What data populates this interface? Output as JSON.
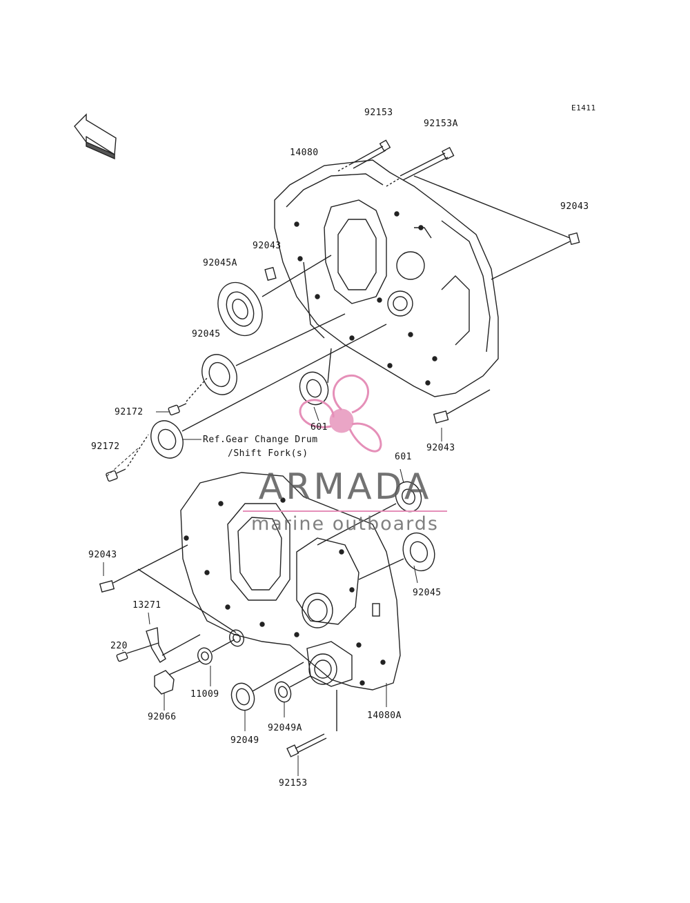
{
  "diagram_code": "E1411",
  "front_label": "FRONT",
  "parts": {
    "p92153_top": "92153",
    "p92153A": "92153A",
    "p14080": "14080",
    "p92043_right": "92043",
    "p92043_mid": "92043",
    "p92045A": "92045A",
    "p92045_top": "92045",
    "p92172_a": "92172",
    "p92172_b": "92172",
    "p601_a": "601",
    "p92043_low": "92043",
    "p601_b": "601",
    "p92043_left": "92043",
    "p92045_low": "92045",
    "p13271": "13271",
    "p220": "220",
    "p11009": "11009",
    "p92066": "92066",
    "p92049": "92049",
    "p92049A": "92049A",
    "p14080A": "14080A",
    "p92153_bottom": "92153"
  },
  "ref_note": {
    "line1": "Ref.Gear Change Drum",
    "line2": "/Shift Fork(s)"
  },
  "watermark": {
    "title": "ARMADA",
    "subtitle": "marine outboards",
    "pink": "#e58fb8",
    "gray": "#5a5a5a"
  }
}
